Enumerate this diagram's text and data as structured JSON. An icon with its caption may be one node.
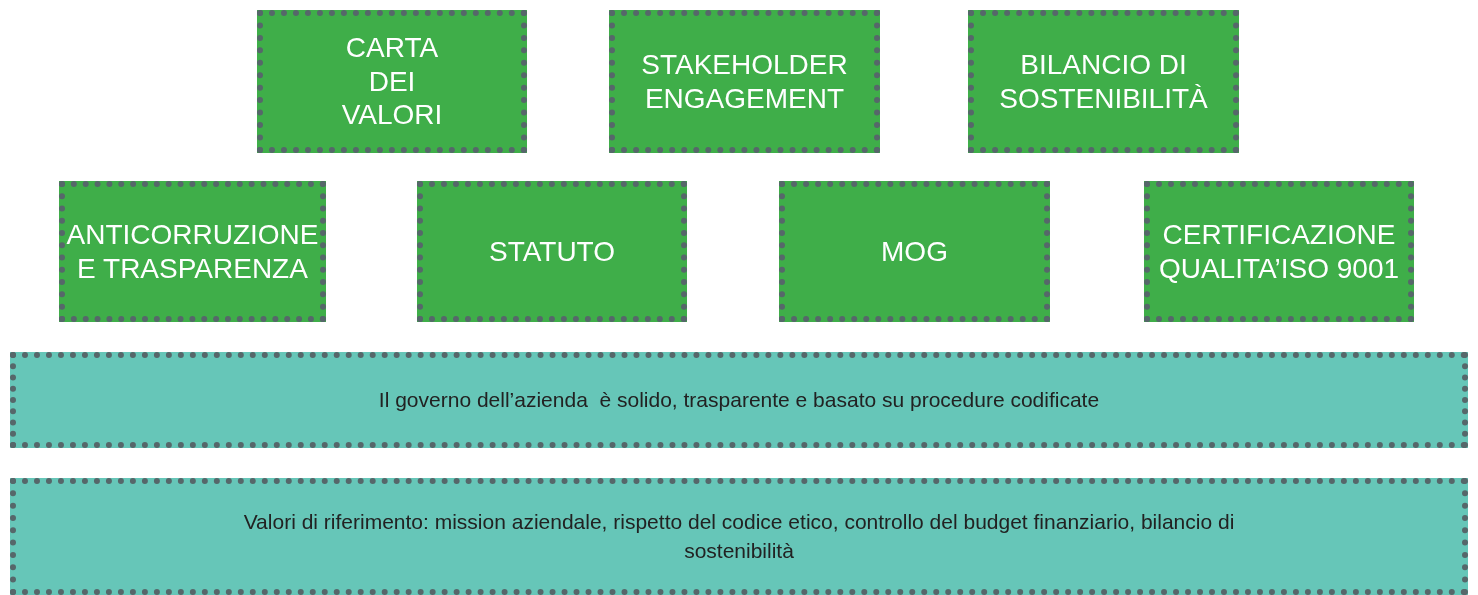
{
  "diagram": {
    "nodes": [
      {
        "text": [
          "CARTA DEI VALORI"
        ]
      },
      {
        "text": [
          "STAKEHOLDER ENGAGEMENT"
        ]
      },
      {
        "text": [
          "BILANCIO DI SOSTENIBILITÀ"
        ]
      },
      {
        "text": [
          "ANTICORRUZIONE E TRASPARENZA"
        ]
      },
      {
        "text": [
          "STATUTO"
        ]
      },
      {
        "text": [
          "MOG"
        ]
      },
      {
        "text": [
          "CERTIFICAZIONE QUALITA’ISO 9001"
        ]
      },
      {
        "text": [
          "Il governo dell’azienda  è solido, trasparente e basato su procedure codificate"
        ]
      },
      {
        "text": [
          "Valori di riferimento: mission aziendale, rispetto del codice etico, controllo del budget finanziario, bilancio di sostenibilità"
        ]
      }
    ],
    "edges": []
  }
}
